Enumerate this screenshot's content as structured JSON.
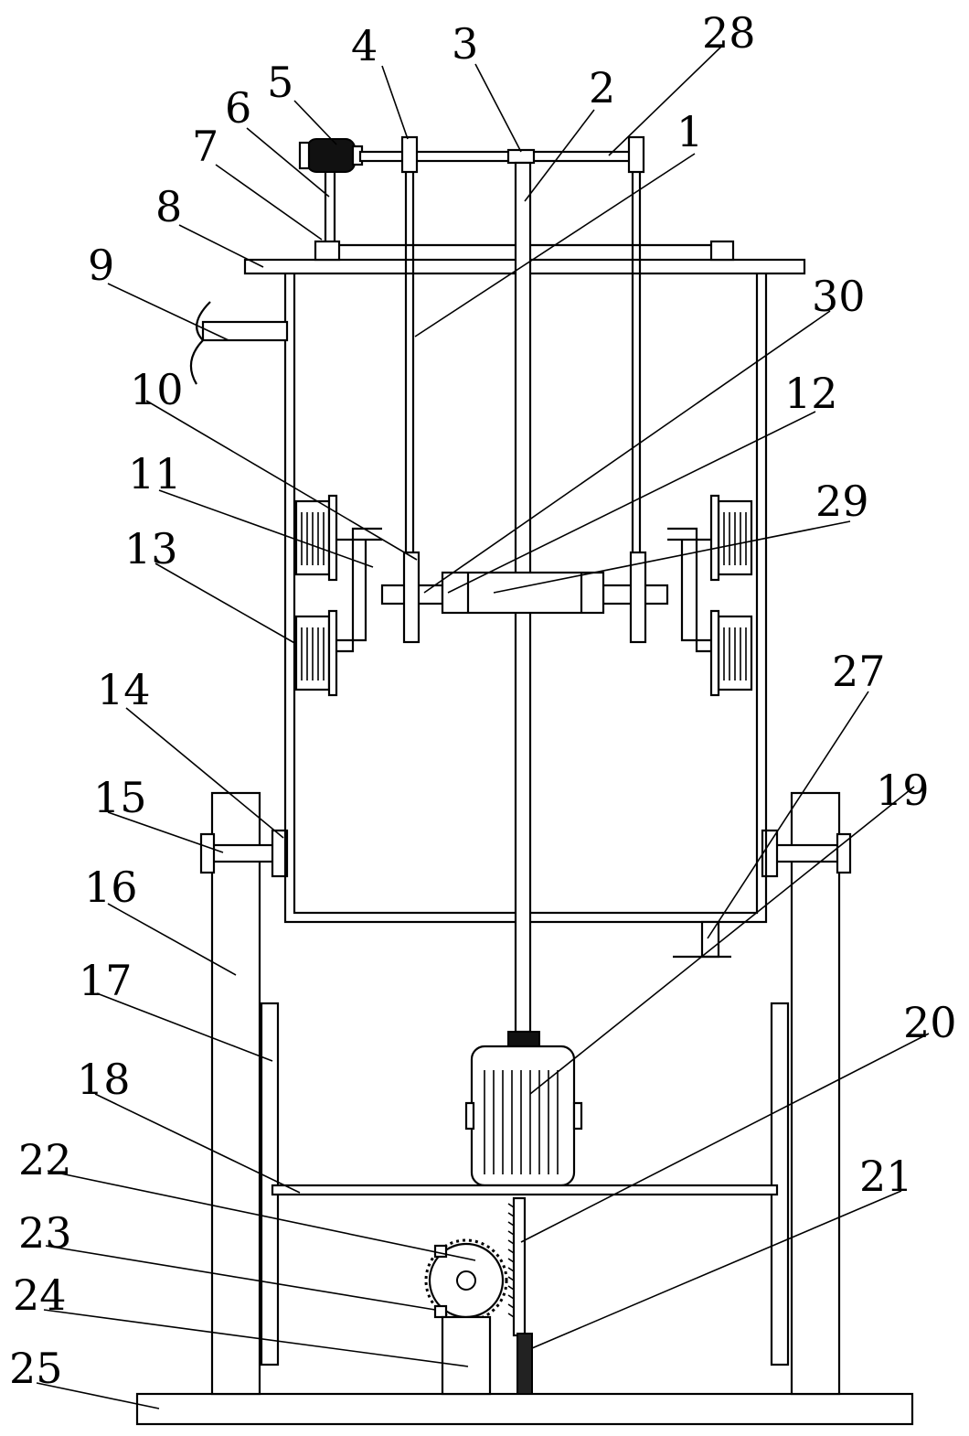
{
  "labels": {
    "l1": "1",
    "l2": "2",
    "l3": "3",
    "l4": "4",
    "l5": "5",
    "l6": "6",
    "l7": "7",
    "l8": "8",
    "l9": "9",
    "l10": "10",
    "l11": "11",
    "l12": "12",
    "l13": "13",
    "l14": "14",
    "l15": "15",
    "l16": "16",
    "l17": "17",
    "l18": "18",
    "l19": "19",
    "l20": "20",
    "l21": "21",
    "l22": "22",
    "l23": "23",
    "l24": "24",
    "l25": "25",
    "l27": "27",
    "l28": "28",
    "l29": "29",
    "l30": "30"
  },
  "colors": {
    "line": "#000000",
    "background": "#ffffff"
  }
}
